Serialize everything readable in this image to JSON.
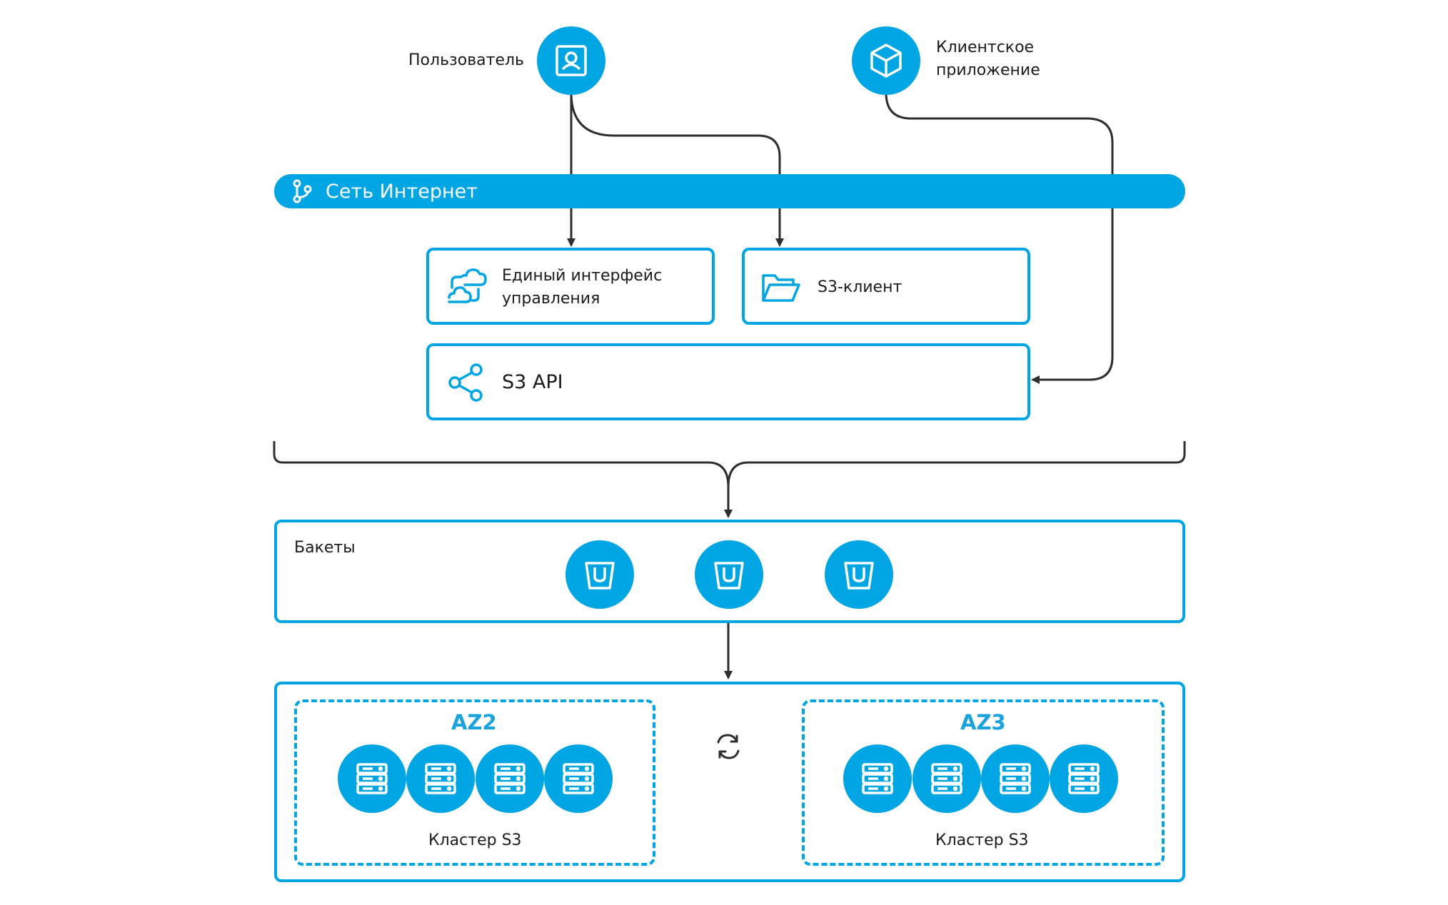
{
  "nodes": {
    "user_label": "Пользователь",
    "client_app_label_line1": "Клиентское",
    "client_app_label_line2": "приложение",
    "internet_label": "Сеть Интернет",
    "console_label_line1": "Единый интерфейс",
    "console_label_line2": "управления",
    "s3_client_label": "S3-клиент",
    "s3_api_label": "S3 API",
    "buckets_label": "Бакеты"
  },
  "zones": [
    {
      "title": "AZ2",
      "cluster_label": "Кластер S3"
    },
    {
      "title": "AZ3",
      "cluster_label": "Кластер S3"
    }
  ],
  "colors": {
    "accent": "#00a5e3",
    "line": "#2e2e2e",
    "background": "#ffffff"
  },
  "icons": {
    "user": "user-badge-icon",
    "client_app": "cube-icon",
    "internet": "branch-icon",
    "console": "cloud-sync-icon",
    "s3_client": "folder-icon",
    "s3_api": "share-icon",
    "bucket": "bucket-icon",
    "server": "server-rack-icon",
    "sync": "sync-icon"
  }
}
